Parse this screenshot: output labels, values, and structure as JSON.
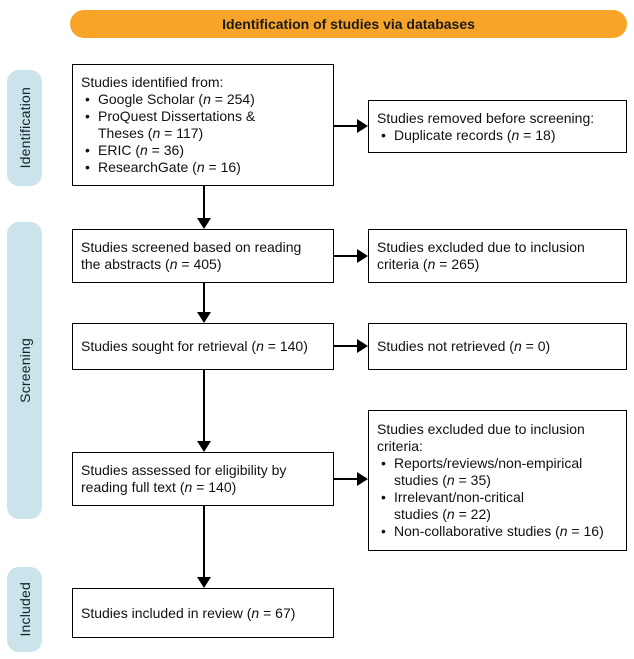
{
  "banner": {
    "label": "Identification of studies via databases"
  },
  "stages": {
    "identification": "Identification",
    "screening": "Screening",
    "included": "Included"
  },
  "boxes": {
    "identified": {
      "title": "Studies identified from:",
      "items": [
        "Google Scholar (n = 254)",
        "ProQuest Dissertations &\nTheses (n = 117)",
        "ERIC (n = 36)",
        "ResearchGate (n = 16)"
      ]
    },
    "removed": {
      "title": "Studies removed before screening:",
      "items": [
        "Duplicate records (n = 18)"
      ]
    },
    "screened": {
      "text": "Studies screened based on reading\nthe abstracts (n = 405)"
    },
    "excluded_abstract": {
      "text": "Studies excluded due to inclusion\ncriteria (n = 265)"
    },
    "sought": {
      "text": "Studies sought for retrieval (n = 140)"
    },
    "not_retrieved": {
      "text": "Studies not retrieved (n = 0)"
    },
    "assessed": {
      "text": "Studies assessed for eligibility by\nreading full text (n = 140)"
    },
    "excluded_fulltext": {
      "title": "Studies excluded due to inclusion\ncriteria:",
      "items": [
        "Reports/reviews/non-empirical\nstudies (n = 35)",
        "Irrelevant/non-critical\nstudies (n = 22)",
        "Non-collaborative studies (n = 16)"
      ]
    },
    "included": {
      "text": "Studies included in review (n = 67)"
    }
  },
  "colors": {
    "banner_bg": "#F7A428",
    "stage_bg": "#CBE3EA",
    "box_border": "#000000",
    "arrow": "#000000"
  }
}
